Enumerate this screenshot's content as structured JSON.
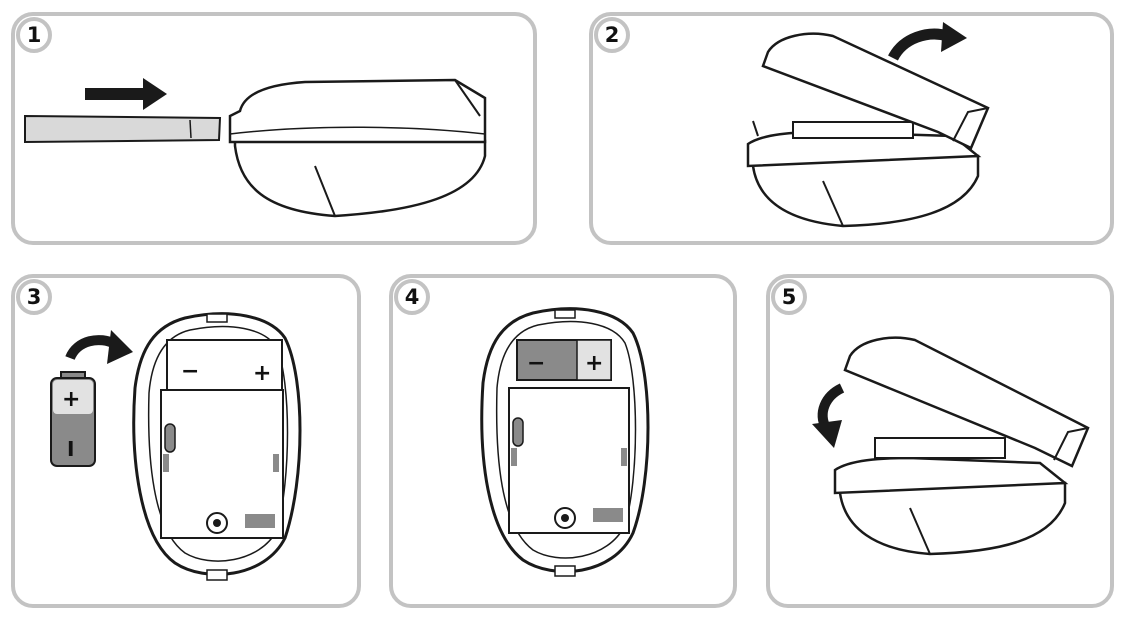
{
  "steps": [
    {
      "number": "1"
    },
    {
      "number": "2"
    },
    {
      "number": "3"
    },
    {
      "number": "4"
    },
    {
      "number": "5"
    }
  ],
  "battery": {
    "terminal_plus": "+",
    "terminal_minus": "−",
    "body_mark": "I"
  },
  "colors": {
    "panel_border": "#c3c3c3",
    "outline": "#1a1a1a",
    "battery_gray": "#8a8a8a",
    "battery_light": "#e2e2e2"
  },
  "icons": [
    "screwdriver-icon",
    "push-arrow-icon",
    "rotate-arrow-icon",
    "battery-icon"
  ]
}
